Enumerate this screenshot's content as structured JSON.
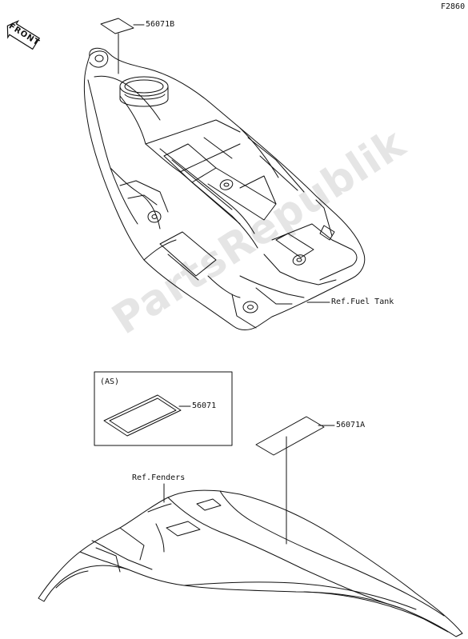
{
  "diagram_code": "F2860",
  "orientation": {
    "label": "FRONT"
  },
  "parts": [
    {
      "number": "56071B"
    },
    {
      "number": "56071"
    },
    {
      "number": "56071A"
    }
  ],
  "variant_box": {
    "label": "(AS)"
  },
  "references": {
    "fuel_tank": "Ref.Fuel Tank",
    "fenders": "Ref.Fenders"
  },
  "watermark": "PartsRepublik",
  "colors": {
    "line": "#111111",
    "watermark": "#d9d9d9"
  }
}
